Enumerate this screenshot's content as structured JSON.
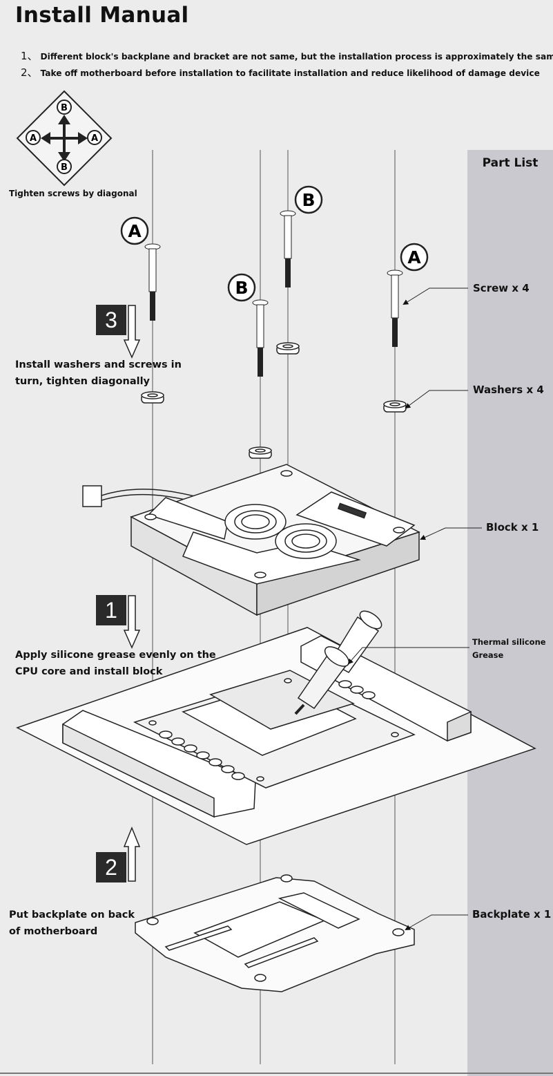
{
  "title": "Install Manual",
  "notes": [
    {
      "num": "1、",
      "text": "Different block's backplane and bracket are not same, but the installation process is approximately the same"
    },
    {
      "num": "2、",
      "text": "Take off motherboard before installation to facilitate installation and reduce likelihood of damage device"
    }
  ],
  "diagonal_guide": {
    "caption": "Tighten screws by diagonal",
    "letter_a": "A",
    "letter_b": "B"
  },
  "steps": [
    {
      "number": "3",
      "text_line1": "Install washers and screws in",
      "text_line2": "turn, tighten diagonally",
      "arrow": "down"
    },
    {
      "number": "1",
      "text_line1": "Apply silicone grease evenly on the",
      "text_line2": "CPU core and install block",
      "arrow": "down"
    },
    {
      "number": "2",
      "text_line1": "Put backplate on back",
      "text_line2": "of motherboard",
      "arrow": "up"
    }
  ],
  "screw_labels": [
    "A",
    "B",
    "B",
    "A"
  ],
  "part_list": {
    "title": "Part List",
    "items": [
      {
        "label": "Screw x 4"
      },
      {
        "label": "Washers x 4"
      },
      {
        "label": "Block x 1"
      },
      {
        "label": "Thermal silicone Grease"
      },
      {
        "label": "Backplate x 1"
      }
    ]
  },
  "colors": {
    "sidebar": "#c9c9cf",
    "background": "#ececec",
    "step_box": "#2a2a2a"
  }
}
